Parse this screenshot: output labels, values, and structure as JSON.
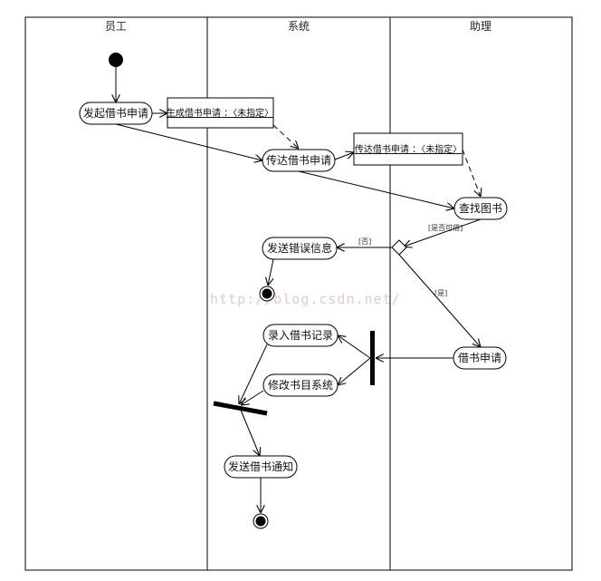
{
  "lanes": {
    "employee": "员工",
    "system": "系统",
    "assistant": "助理"
  },
  "activities": {
    "initiate": "发起借书申请",
    "relay": "传达借书申请",
    "search": "查找图书",
    "send_error": "发送错误信息",
    "record": "录入借书记录",
    "modify": "修改书目系统",
    "notify": "发送借书通知",
    "borrow_apply": "借书申请"
  },
  "objects": {
    "generate": "生成借书申请 ：〈未指定〉",
    "relay_obj": "传达借书申请 ：〈未指定〉"
  },
  "guards": {
    "available": "[是否可借]",
    "no": "[否]",
    "yes": "[是]"
  },
  "watermark": "http://blog.csdn.net/"
}
